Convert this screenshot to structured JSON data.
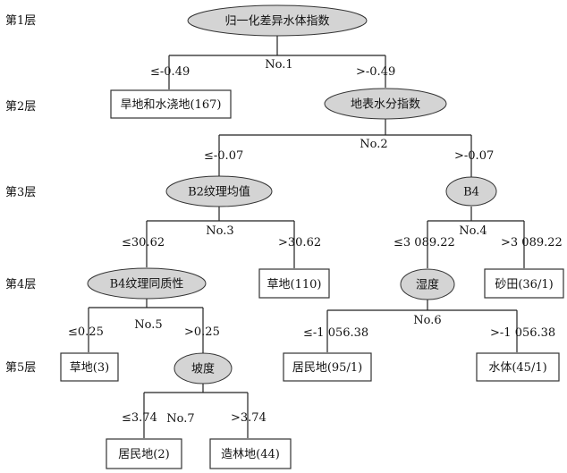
{
  "levels": [
    "第1层",
    "第2层",
    "第3层",
    "第4层",
    "第5层"
  ],
  "nodes": {
    "root": "归一化差异水体指数",
    "n_dry_irrigated": "旱地和水浇地(167)",
    "n_moisture_index": "地表水分指数",
    "n_b2_texture_mean": "B2纹理均值",
    "n_b4": "B4",
    "n_b4_homogeneity": "B4纹理同质性",
    "n_grass_110": "草地(110)",
    "n_humidity": "湿度",
    "n_sand_field": "砂田(36/1)",
    "n_grass_3": "草地(3)",
    "n_slope": "坡度",
    "n_residential_95": "居民地(95/1)",
    "n_water": "水体(45/1)",
    "n_residential_2": "居民地(2)",
    "n_forest": "造林地(44)"
  },
  "splits": {
    "no1": {
      "label": "No.1",
      "left": "≤-0.49",
      "right": ">-0.49"
    },
    "no2": {
      "label": "No.2",
      "left": "≤-0.07",
      "right": ">-0.07"
    },
    "no3": {
      "label": "No.3",
      "left": "≤30.62",
      "right": ">30.62"
    },
    "no4": {
      "label": "No.4",
      "left": "≤3 089.22",
      "right": ">3 089.22"
    },
    "no5": {
      "label": "No.5",
      "left": "≤0.25",
      "right": ">0.25"
    },
    "no6": {
      "label": "No.6",
      "left": "≤-1 056.38",
      "right": ">-1 056.38"
    },
    "no7": {
      "label": "No.7",
      "left": "≤3.74",
      "right": ">3.74"
    }
  }
}
